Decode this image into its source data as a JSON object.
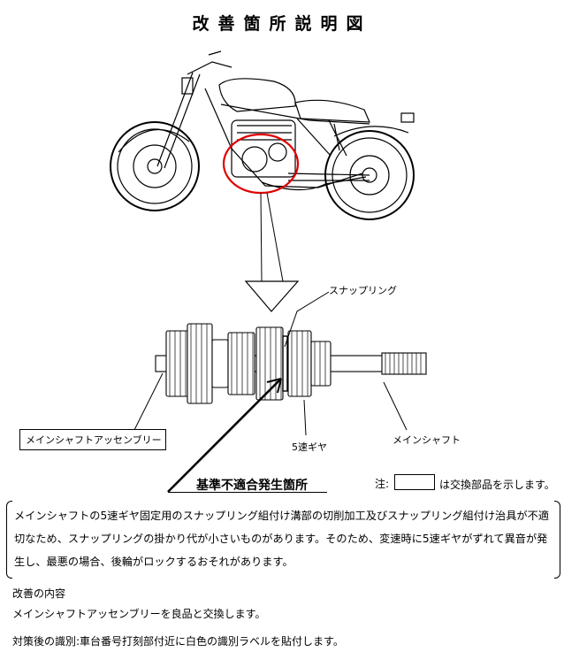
{
  "title": "改善箇所説明図",
  "labels": {
    "snap_ring": "スナップリング",
    "main_shaft_assembly": "メインシャフトアッセンブリー",
    "fifth_gear": "5速ギヤ",
    "main_shaft": "メインシャフト"
  },
  "nonconformity_title": "基準不適合発生箇所",
  "note": {
    "prefix": "注:",
    "suffix": "は交換部品を示します。"
  },
  "description": "メインシャフトの5速ギヤ固定用のスナップリング組付け溝部の切削加工及びスナップリング組付け治具が不適切なため、スナップリングの掛かり代が小さいものがあります。そのため、変速時に5速ギヤがずれて異音が発生し、最悪の場合、後輪がロックするおそれがあります。",
  "improvement": {
    "heading": "改善の内容",
    "body": "メインシャフトアッセンブリーを良品と交換します。"
  },
  "identification": "対策後の識別:車台番号打刻部付近に白色の識別ラベルを貼付します。",
  "colors": {
    "highlight_circle": "#e00000"
  }
}
